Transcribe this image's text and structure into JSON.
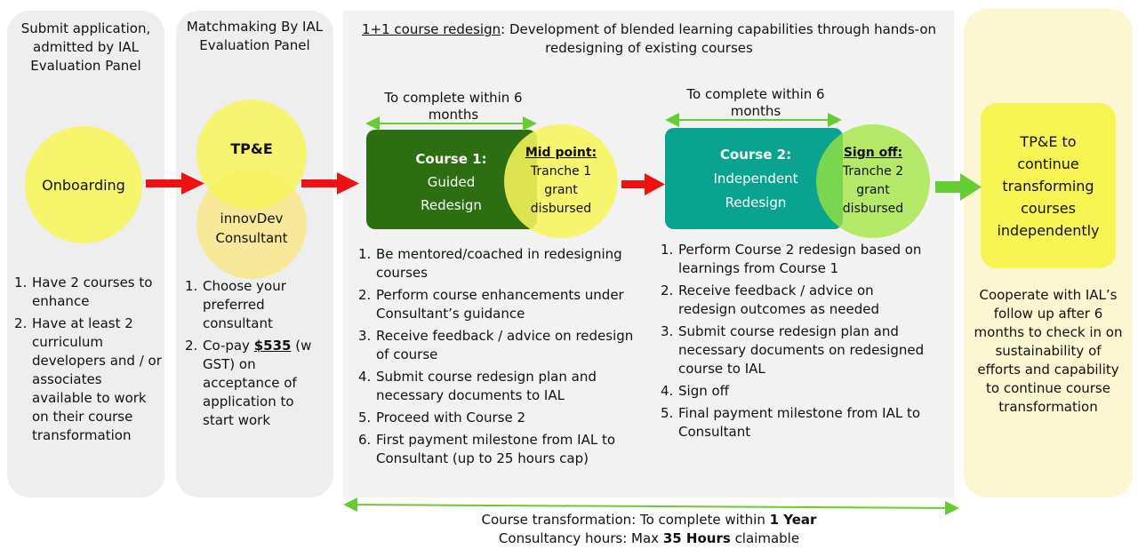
{
  "stage1": {
    "header": "Submit application, admitted by IAL Evaluation Panel",
    "circle": "Onboarding",
    "items": [
      "Have 2 courses to enhance",
      "Have at least 2 curriculum developers and / or associates available to work on their course transformation"
    ]
  },
  "stage2": {
    "header": "Matchmaking By IAL Evaluation Panel",
    "circle_top": "TP&E",
    "circle_bottom": "innovDev Consultant",
    "item1": "Choose your preferred consultant",
    "item2_pre": "Co-pay ",
    "item2_amount": "$535",
    "item2_post": " (w GST) on acceptance of application to start work"
  },
  "stage3": {
    "title_link": "1+1 course redesign",
    "title_rest": ": Development of blended learning capabilities through hands-on redesigning of existing courses",
    "course1": {
      "duration": "To complete within 6 months",
      "title": "Course 1:",
      "subtitle": "Guided Redesign",
      "milestone_title": "Mid point:",
      "milestone_text": "Tranche 1 grant disbursed",
      "items": [
        "Be mentored/coached in redesigning courses",
        "Perform course enhancements under Consultant’s guidance",
        "Receive feedback / advice on redesign of course",
        "Submit course redesign plan and necessary documents to IAL",
        "Proceed with Course 2",
        "First payment milestone from IAL to Consultant (up to 25 hours cap)"
      ]
    },
    "course2": {
      "duration": "To complete within 6 months",
      "title": "Course 2:",
      "subtitle": "Independent Redesign",
      "milestone_title": "Sign off:",
      "milestone_text": "Tranche 2 grant disbursed",
      "items": [
        "Perform Course 2 redesign based on learnings from Course 1",
        "Receive feedback / advice on redesign outcomes as needed",
        "Submit course redesign plan and necessary documents on redesigned course to IAL",
        "Sign off",
        "Final payment milestone from IAL to Consultant"
      ]
    },
    "footer_line1_pre": "Course transformation: To complete within ",
    "footer_line1_bold": "1 Year",
    "footer_line2_pre": "Consultancy hours: Max ",
    "footer_line2_bold": "35 Hours",
    "footer_line2_post": " claimable"
  },
  "stage4": {
    "box": "TP&E to continue transforming courses independently",
    "text": "Cooperate with IAL’s follow up after 6 months to check in on sustainability of efforts and capability  to continue course transformation"
  },
  "colors": {
    "yellow": "#f7f56b",
    "light_yellow": "#f8e89a",
    "dark_green": "#2d6e12",
    "teal": "#0aa38f",
    "red_arrow": "#ee1111",
    "green_arrow": "#66cc33"
  }
}
